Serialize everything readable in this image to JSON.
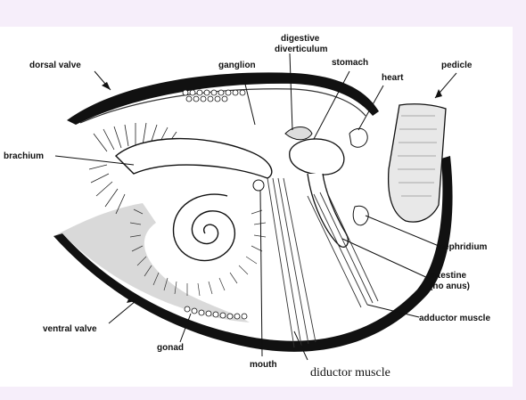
{
  "diagram": {
    "labels": {
      "dorsal_valve": "dorsal valve",
      "ganglion": "ganglion",
      "digestive_diverticulum_line1": "digestive",
      "digestive_diverticulum_line2": "diverticulum",
      "stomach": "stomach",
      "heart": "heart",
      "pedicle": "pedicle",
      "brachium": "brachium",
      "nephridium": "nephridium",
      "intestine_line1": "intestine",
      "intestine_line2": "(no anus)",
      "adductor_muscle": "adductor muscle",
      "ventral_valve": "ventral valve",
      "gonad": "gonad",
      "mouth": "mouth",
      "diductor_muscle": "diductor muscle"
    },
    "colors": {
      "background": "#f6eefa",
      "shell": "#111111",
      "ink": "#111111",
      "paper": "#ffffff"
    }
  }
}
